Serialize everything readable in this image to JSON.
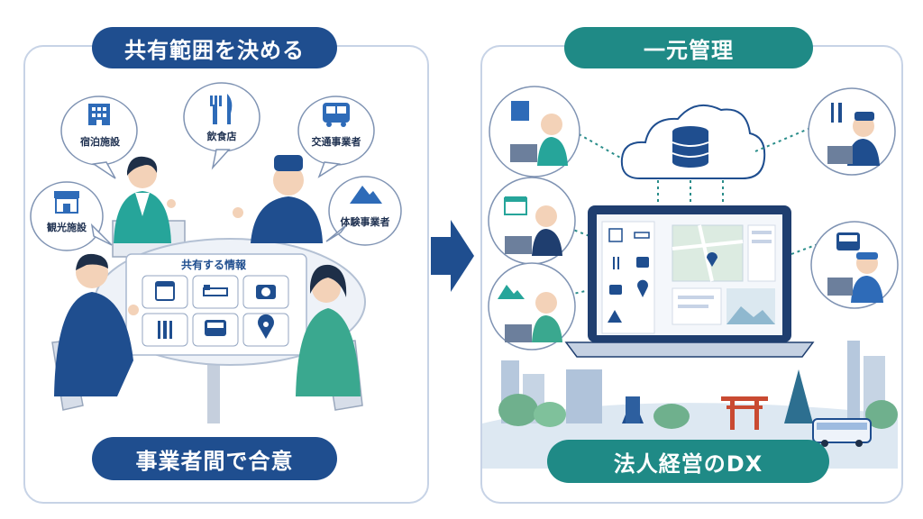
{
  "left": {
    "title": "共有範囲を決める",
    "bottom": "事業者間で合意",
    "table_label": "共有する情報",
    "bubbles": {
      "lodging": "宿泊施設",
      "restaurant": "飲食店",
      "transport": "交通事業者",
      "tourism": "観光施設",
      "experience": "体験事業者"
    }
  },
  "right": {
    "title": "一元管理",
    "bottom": "法人経営のDX"
  },
  "colors": {
    "navy": "#1f4e8f",
    "teal": "#1f8a86",
    "border": "#c7d3e6"
  }
}
